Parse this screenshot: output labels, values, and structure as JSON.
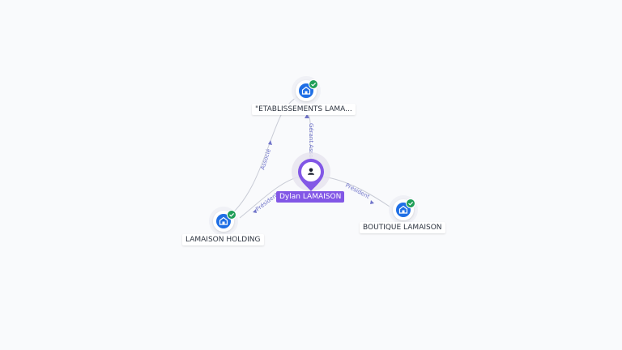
{
  "nodes": {
    "person": {
      "label": "Dylan LAMAISON",
      "type": "person",
      "accent": "#8257e6"
    },
    "etablissements": {
      "label": "\"ETABLISSEMENTS LAMA...",
      "type": "company",
      "verified": true
    },
    "holding": {
      "label": "LAMAISON HOLDING",
      "type": "company",
      "verified": true
    },
    "boutique": {
      "label": "BOUTIQUE LAMAISON",
      "type": "company",
      "verified": true
    }
  },
  "edges": {
    "person_to_etablissements": "Gérant Associé",
    "person_to_holding": "Président",
    "person_to_boutique": "Président",
    "holding_to_etablissements": "Associé"
  },
  "colors": {
    "company_icon": "#1f6fe5",
    "verified_badge": "#1e9e57",
    "person_pin": "#8257e6",
    "edge_label": "#6f73c9"
  },
  "icons": {
    "company": "building-icon",
    "person": "person-icon",
    "verified": "check-badge-icon"
  }
}
